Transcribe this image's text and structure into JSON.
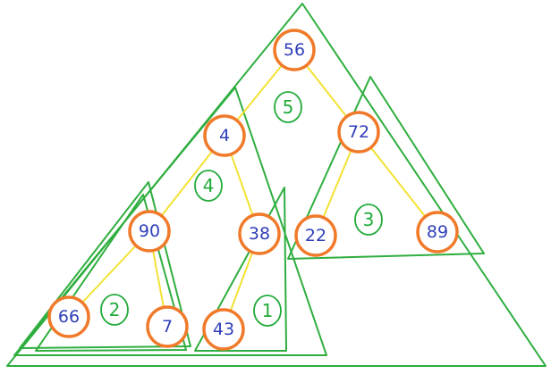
{
  "colors": {
    "background": "#ffffff",
    "triangle_stroke": "#2fae3f",
    "edge_stroke": "#f2e233",
    "node_stroke": "#f07a2a",
    "node_label": "#2f3fb8",
    "region_label": "#22aa3a"
  },
  "nodes": [
    {
      "id": "n56",
      "label": "56"
    },
    {
      "id": "n4",
      "label": "4"
    },
    {
      "id": "n72",
      "label": "72"
    },
    {
      "id": "n90",
      "label": "90"
    },
    {
      "id": "n38",
      "label": "38"
    },
    {
      "id": "n22",
      "label": "22"
    },
    {
      "id": "n89",
      "label": "89"
    },
    {
      "id": "n66",
      "label": "66"
    },
    {
      "id": "n7",
      "label": "7"
    },
    {
      "id": "n43",
      "label": "43"
    }
  ],
  "edges": [
    [
      "n56",
      "n4"
    ],
    [
      "n56",
      "n72"
    ],
    [
      "n4",
      "n90"
    ],
    [
      "n4",
      "n38"
    ],
    [
      "n72",
      "n22"
    ],
    [
      "n72",
      "n89"
    ],
    [
      "n90",
      "n66"
    ],
    [
      "n90",
      "n7"
    ],
    [
      "n38",
      "n43"
    ]
  ],
  "regions": [
    {
      "id": "r5",
      "label": "5"
    },
    {
      "id": "r4",
      "label": "4"
    },
    {
      "id": "r3",
      "label": "3"
    },
    {
      "id": "r2",
      "label": "2"
    },
    {
      "id": "r1",
      "label": "1"
    }
  ]
}
